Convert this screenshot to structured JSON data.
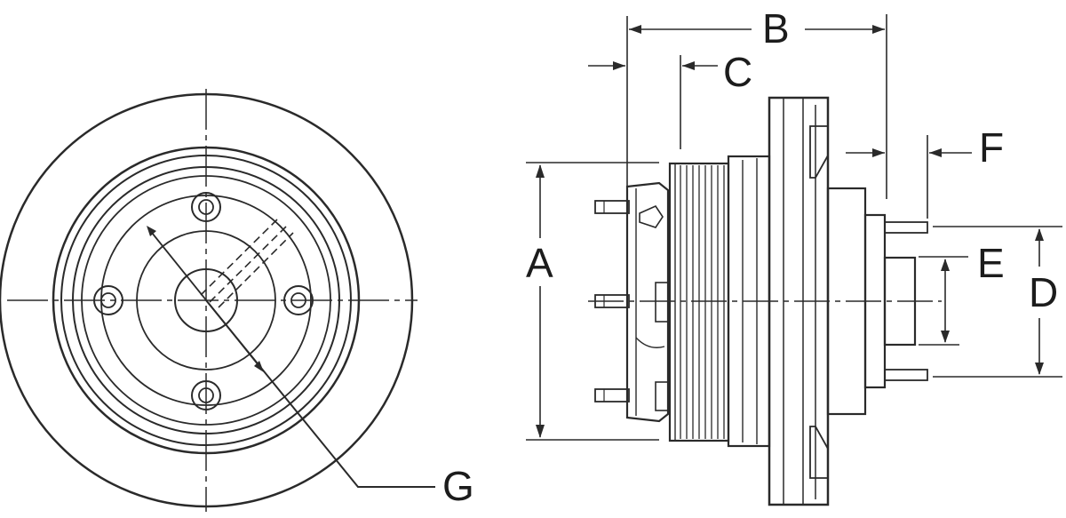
{
  "colors": {
    "line": "#2a2a2a",
    "label": "#1c1c1c",
    "shade": "#e7e7e7",
    "background": "#ffffff"
  },
  "labels": {
    "a": "A",
    "b": "B",
    "c": "C",
    "d": "D",
    "e": "E",
    "f": "F",
    "g": "G"
  }
}
